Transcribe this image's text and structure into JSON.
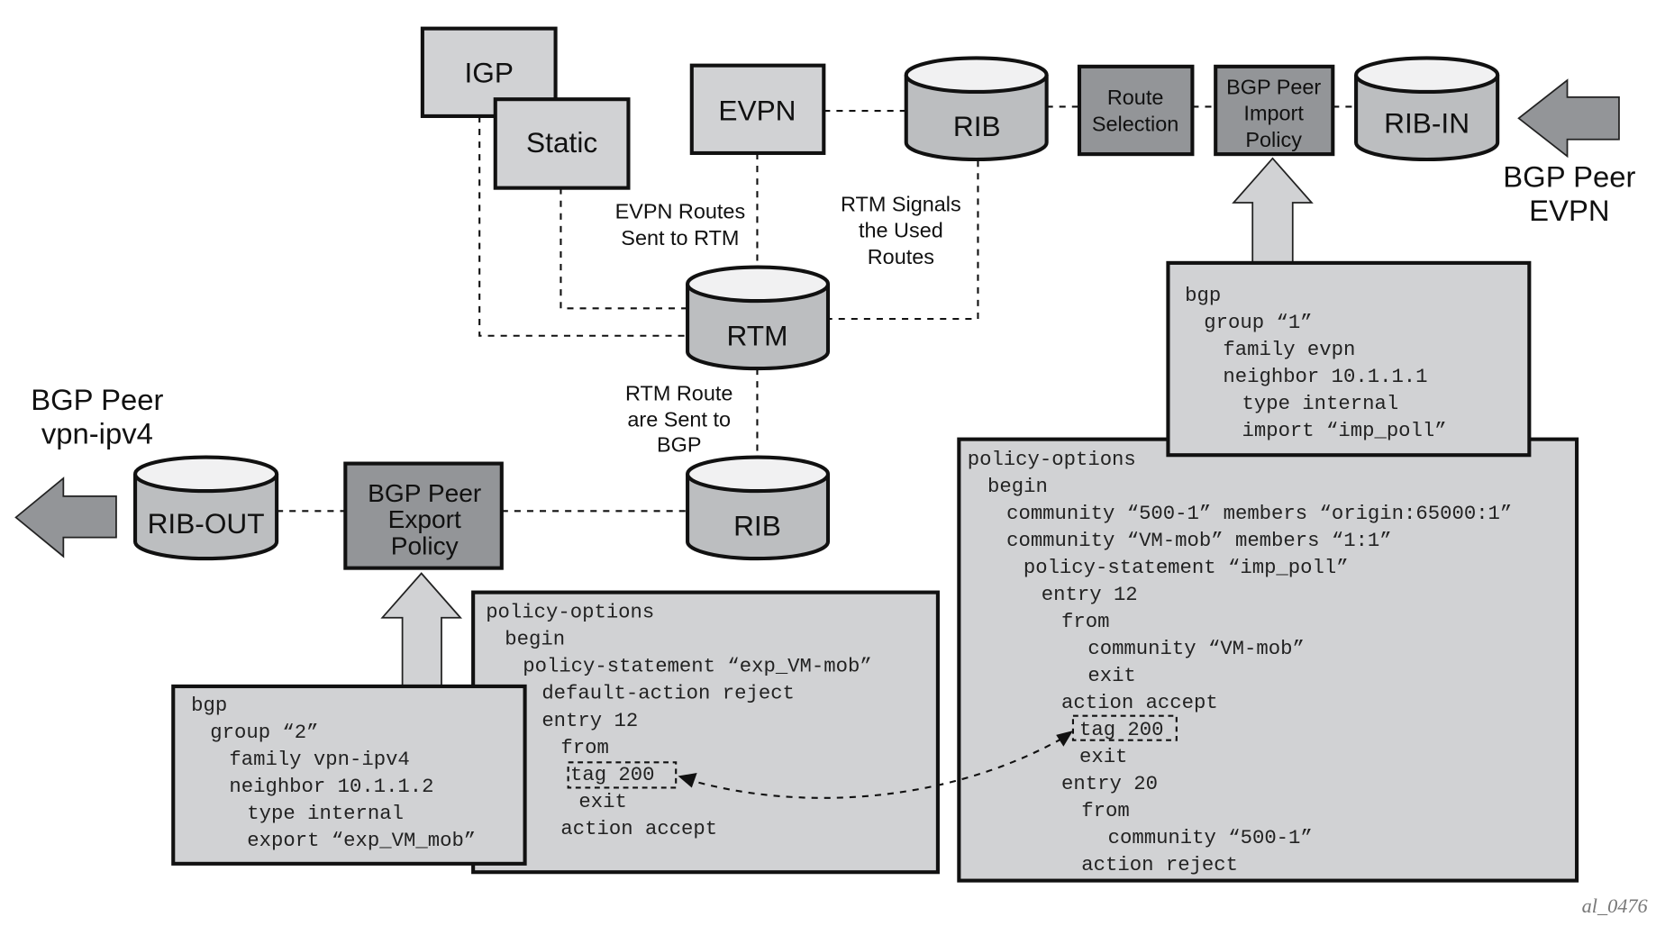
{
  "nodes": {
    "igp": "IGP",
    "static": "Static",
    "evpn": "EVPN",
    "rib_top": "RIB",
    "route_selection": [
      "Route",
      "Selection"
    ],
    "import_policy": [
      "BGP Peer",
      "Import",
      "Policy"
    ],
    "rib_in": "RIB-IN",
    "rtm": "RTM",
    "rib_bottom": "RIB",
    "rib_out": "RIB-OUT",
    "export_policy": [
      "BGP Peer",
      "Export",
      "Policy"
    ]
  },
  "peers": {
    "evpn_peer": [
      "BGP Peer",
      "EVPN"
    ],
    "vpn_peer": [
      "BGP Peer",
      "vpn-ipv4"
    ]
  },
  "labels": {
    "evpn_to_rtm": [
      "EVPN Routes",
      "Sent to RTM"
    ],
    "rtm_signals": [
      "RTM Signals",
      "the Used",
      "Routes"
    ],
    "rtm_to_bgp": [
      "RTM Route",
      "are Sent to",
      "BGP"
    ]
  },
  "code": {
    "bgp_import": [
      "bgp",
      "group “1”",
      "family evpn",
      "neighbor 10.1.1.1",
      "type internal",
      "import “imp_poll”"
    ],
    "policy_import": [
      "policy-options",
      "begin",
      "community “500-1” members “origin:65000:1”",
      "community “VM-mob” members “1:1”",
      "policy-statement “imp_poll”",
      "entry 12",
      "from",
      "community “VM-mob”",
      "exit",
      "action accept",
      "tag 200",
      "exit",
      "entry 20",
      "from",
      "community “500-1”",
      "action reject"
    ],
    "policy_export": [
      "policy-options",
      "begin",
      "policy-statement “exp_VM-mob”",
      "default-action reject",
      "entry 12",
      "from",
      "tag 200",
      "exit",
      "action accept"
    ],
    "bgp_export": [
      "bgp",
      "group “2”",
      "family vpn-ipv4",
      "neighbor 10.1.1.2",
      "type internal",
      "export “exp_VM_mob”"
    ]
  },
  "figure_id": "al_0476",
  "colors": {
    "light_box": "#d1d2d4",
    "dark_box": "#939598",
    "cylinder_top": "#f1f1f2",
    "cylinder_body": "#bcbec0"
  }
}
